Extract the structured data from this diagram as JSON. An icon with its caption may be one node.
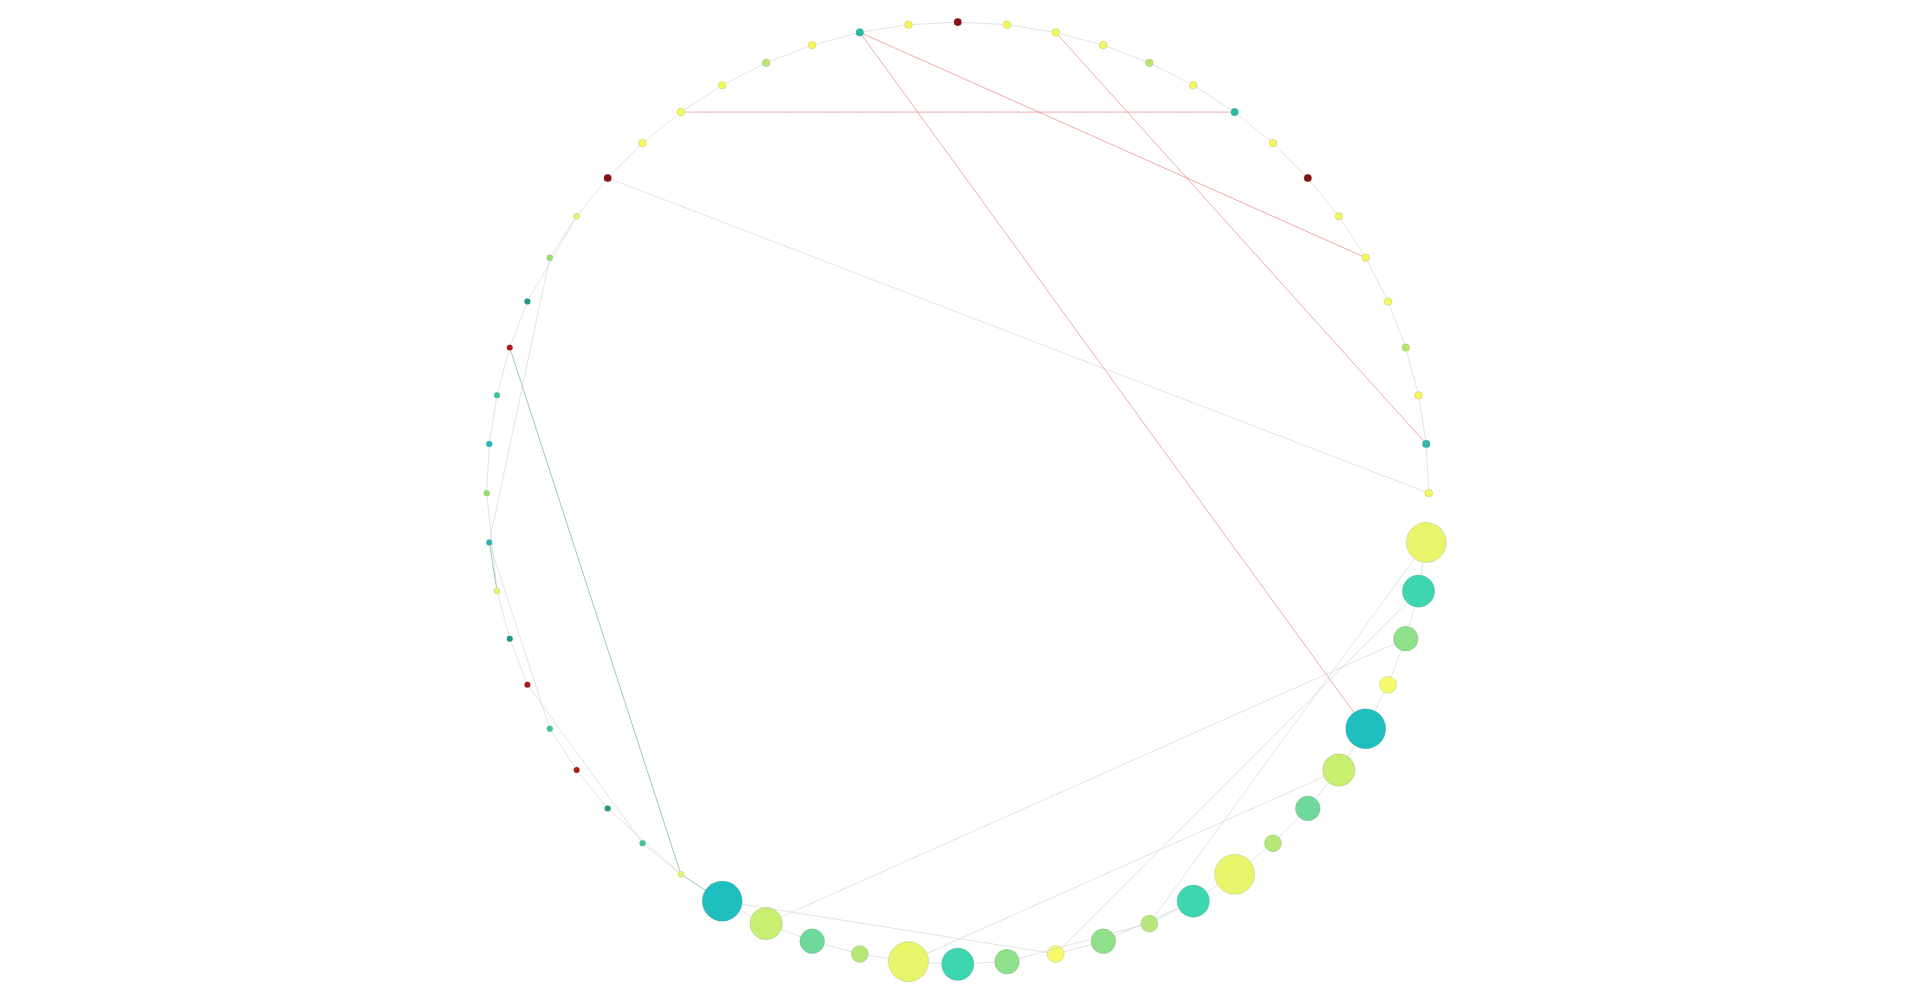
{
  "diagram": {
    "nodes": [
      {
        "text": [],
        "shape": "circle"
      },
      {
        "text": [],
        "shape": "circle"
      },
      {
        "text": [],
        "shape": "circle"
      },
      {
        "text": [],
        "shape": "circle"
      },
      {
        "text": [],
        "shape": "circle"
      },
      {
        "text": [],
        "shape": "circle"
      },
      {
        "text": [],
        "shape": "circle"
      },
      {
        "text": [],
        "shape": "circle"
      },
      {
        "text": [],
        "shape": "circle"
      },
      {
        "text": [],
        "shape": "circle"
      },
      {
        "text": [],
        "shape": "circle"
      },
      {
        "text": [],
        "shape": "circle"
      },
      {
        "text": [],
        "shape": "circle"
      },
      {
        "text": [],
        "shape": "circle"
      },
      {
        "text": [],
        "shape": "circle"
      },
      {
        "text": [],
        "shape": "circle"
      },
      {
        "text": [],
        "shape": "circle"
      },
      {
        "text": [],
        "shape": "circle"
      },
      {
        "text": [],
        "shape": "circle"
      },
      {
        "text": [],
        "shape": "circle"
      },
      {
        "text": [],
        "shape": "circle"
      },
      {
        "text": [],
        "shape": "circle"
      },
      {
        "text": [],
        "shape": "circle"
      },
      {
        "text": [],
        "shape": "circle"
      },
      {
        "text": [],
        "shape": "circle"
      },
      {
        "text": [],
        "shape": "circle"
      },
      {
        "text": [],
        "shape": "circle"
      },
      {
        "text": [],
        "shape": "circle"
      },
      {
        "text": [],
        "shape": "circle"
      },
      {
        "text": [],
        "shape": "circle"
      },
      {
        "text": [],
        "shape": "circle"
      },
      {
        "text": [],
        "shape": "circle"
      },
      {
        "text": [],
        "shape": "circle"
      },
      {
        "text": [],
        "shape": "circle"
      },
      {
        "text": [],
        "shape": "circle"
      },
      {
        "text": [],
        "shape": "circle"
      },
      {
        "text": [],
        "shape": "circle"
      },
      {
        "text": [],
        "shape": "circle"
      },
      {
        "text": [],
        "shape": "circle"
      },
      {
        "text": [],
        "shape": "circle"
      },
      {
        "text": [],
        "shape": "circle"
      },
      {
        "text": [],
        "shape": "circle"
      },
      {
        "text": [],
        "shape": "circle"
      },
      {
        "text": [],
        "shape": "circle"
      },
      {
        "text": [],
        "shape": "circle"
      },
      {
        "text": [],
        "shape": "circle"
      },
      {
        "text": [],
        "shape": "circle"
      },
      {
        "text": [],
        "shape": "circle"
      },
      {
        "text": [],
        "shape": "circle"
      },
      {
        "text": [],
        "shape": "circle"
      },
      {
        "text": [],
        "shape": "circle"
      },
      {
        "text": [],
        "shape": "circle"
      },
      {
        "text": [],
        "shape": "circle"
      },
      {
        "text": [],
        "shape": "circle"
      },
      {
        "text": [],
        "shape": "circle"
      },
      {
        "text": [],
        "shape": "circle"
      },
      {
        "text": [],
        "shape": "circle"
      },
      {
        "text": [],
        "shape": "circle"
      },
      {
        "text": [],
        "shape": "circle"
      },
      {
        "text": [],
        "shape": "circle"
      }
    ],
    "edges": [
      {
        "from": 0,
        "to": 1,
        "arrow": "none"
      },
      {
        "from": 1,
        "to": 2,
        "arrow": "none"
      },
      {
        "from": 2,
        "to": 3,
        "arrow": "none"
      },
      {
        "from": 3,
        "to": 4,
        "arrow": "none"
      },
      {
        "from": 4,
        "to": 5,
        "arrow": "none"
      },
      {
        "from": 5,
        "to": 6,
        "arrow": "none"
      },
      {
        "from": 6,
        "to": 7,
        "arrow": "none"
      },
      {
        "from": 7,
        "to": 8,
        "arrow": "none"
      },
      {
        "from": 8,
        "to": 9,
        "arrow": "none"
      },
      {
        "from": 9,
        "to": 10,
        "arrow": "none"
      },
      {
        "from": 10,
        "to": 11,
        "arrow": "none"
      },
      {
        "from": 11,
        "to": 12,
        "arrow": "none"
      },
      {
        "from": 12,
        "to": 13,
        "arrow": "none"
      },
      {
        "from": 13,
        "to": 14,
        "arrow": "none"
      },
      {
        "from": 14,
        "to": 15,
        "arrow": "none"
      },
      {
        "from": 15,
        "to": 16,
        "arrow": "none"
      },
      {
        "from": 16,
        "to": 17,
        "arrow": "none"
      },
      {
        "from": 17,
        "to": 18,
        "arrow": "none"
      },
      {
        "from": 18,
        "to": 19,
        "arrow": "none"
      },
      {
        "from": 19,
        "to": 0,
        "arrow": "none"
      },
      {
        "from": 0,
        "to": 10,
        "arrow": "none"
      },
      {
        "from": 3,
        "to": 14,
        "arrow": "none"
      },
      {
        "from": 6,
        "to": 17,
        "arrow": "none"
      },
      {
        "from": 2,
        "to": 12,
        "arrow": "none"
      },
      {
        "from": 20,
        "to": 21,
        "arrow": "none"
      },
      {
        "from": 21,
        "to": 22,
        "arrow": "none"
      },
      {
        "from": 22,
        "to": 23,
        "arrow": "none"
      },
      {
        "from": 23,
        "to": 24,
        "arrow": "none"
      },
      {
        "from": 24,
        "to": 25,
        "arrow": "none"
      },
      {
        "from": 25,
        "to": 26,
        "arrow": "none"
      },
      {
        "from": 26,
        "to": 27,
        "arrow": "none"
      },
      {
        "from": 27,
        "to": 28,
        "arrow": "none"
      },
      {
        "from": 28,
        "to": 29,
        "arrow": "none"
      },
      {
        "from": 29,
        "to": 30,
        "arrow": "none"
      },
      {
        "from": 30,
        "to": 31,
        "arrow": "none"
      },
      {
        "from": 31,
        "to": 32,
        "arrow": "none"
      },
      {
        "from": 32,
        "to": 33,
        "arrow": "none"
      },
      {
        "from": 33,
        "to": 34,
        "arrow": "none"
      },
      {
        "from": 34,
        "to": 35,
        "arrow": "none"
      },
      {
        "from": 35,
        "to": 36,
        "arrow": "none"
      },
      {
        "from": 36,
        "to": 37,
        "arrow": "none"
      },
      {
        "from": 37,
        "to": 38,
        "arrow": "none"
      },
      {
        "from": 38,
        "to": 39,
        "arrow": "none"
      },
      {
        "from": 39,
        "to": 40,
        "arrow": "none"
      },
      {
        "from": 40,
        "to": 41,
        "arrow": "none"
      },
      {
        "from": 41,
        "to": 42,
        "arrow": "none"
      },
      {
        "from": 42,
        "to": 43,
        "arrow": "none"
      },
      {
        "from": 43,
        "to": 20,
        "arrow": "none"
      },
      {
        "from": 20,
        "to": 32,
        "arrow": "none",
        "color": "#e05a5a"
      },
      {
        "from": 24,
        "to": 36,
        "arrow": "none",
        "color": "#e05a5a"
      },
      {
        "from": 28,
        "to": 40,
        "arrow": "none",
        "color": "#e05a5a"
      },
      {
        "from": 44,
        "to": 45,
        "arrow": "none"
      },
      {
        "from": 45,
        "to": 46,
        "arrow": "none"
      },
      {
        "from": 46,
        "to": 47,
        "arrow": "none"
      },
      {
        "from": 47,
        "to": 48,
        "arrow": "none"
      },
      {
        "from": 48,
        "to": 49,
        "arrow": "none"
      },
      {
        "from": 49,
        "to": 50,
        "arrow": "none"
      },
      {
        "from": 50,
        "to": 51,
        "arrow": "none"
      },
      {
        "from": 51,
        "to": 52,
        "arrow": "none"
      },
      {
        "from": 52,
        "to": 53,
        "arrow": "none"
      },
      {
        "from": 53,
        "to": 54,
        "arrow": "none"
      },
      {
        "from": 54,
        "to": 55,
        "arrow": "none"
      },
      {
        "from": 55,
        "to": 56,
        "arrow": "none"
      },
      {
        "from": 56,
        "to": 57,
        "arrow": "none"
      },
      {
        "from": 57,
        "to": 58,
        "arrow": "none"
      },
      {
        "from": 58,
        "to": 59,
        "arrow": "none"
      },
      {
        "from": 59,
        "to": 44,
        "arrow": "none"
      },
      {
        "from": 44,
        "to": 52,
        "arrow": "none",
        "color": "#3a9a5a"
      },
      {
        "from": 48,
        "to": 56,
        "arrow": "none",
        "color": "#3a9a5a"
      },
      {
        "from": 5,
        "to": 20,
        "arrow": "none",
        "color": "#e05a5a"
      },
      {
        "from": 13,
        "to": 44,
        "arrow": "none",
        "color": "#3a9a5a"
      },
      {
        "from": 38,
        "to": 50,
        "arrow": "none"
      }
    ]
  }
}
